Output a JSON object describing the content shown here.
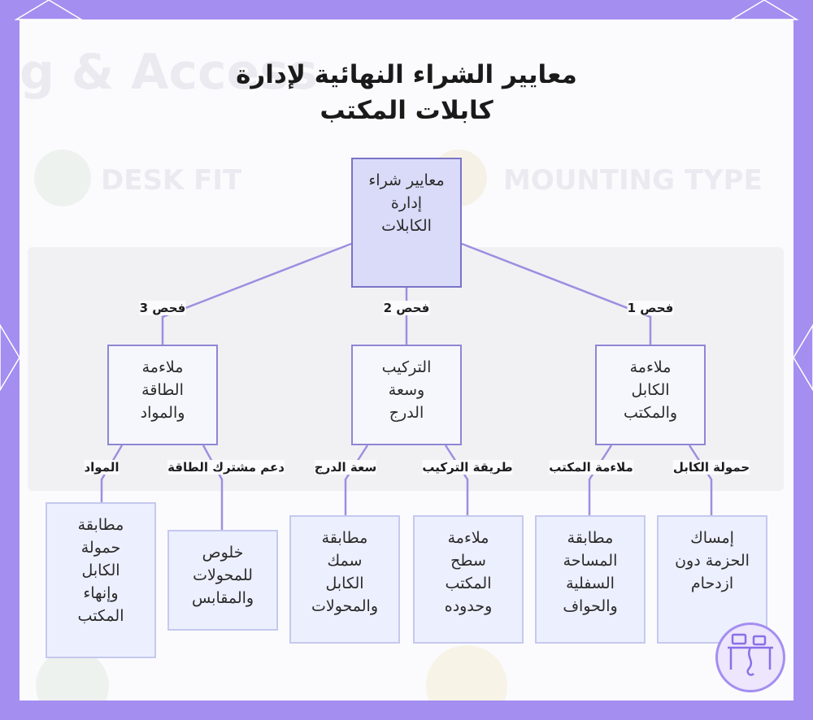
{
  "title": {
    "line1": "معايير الشراء النهائية لإدارة",
    "line2": "كابلات المكتب"
  },
  "root": {
    "line1": "معايير شراء",
    "line2": "إدارة",
    "line3": "الكابلات"
  },
  "checks": [
    {
      "label": "فحص 1",
      "node": [
        "ملاءمة",
        "الكابل",
        "والمكتب"
      ],
      "children": [
        {
          "edge": "حمولة الكابل",
          "leaf": [
            "إمساك",
            "الحزمة دون",
            "ازدحام"
          ]
        },
        {
          "edge": "ملاءمة المكتب",
          "leaf": [
            "مطابقة",
            "المساحة",
            "السفلية",
            "والحواف"
          ]
        }
      ]
    },
    {
      "label": "فحص 2",
      "node": [
        "التركيب",
        "وسعة",
        "الدرج"
      ],
      "children": [
        {
          "edge": "طريقة التركيب",
          "leaf": [
            "ملاءمة",
            "سطح",
            "المكتب",
            "وحدوده"
          ]
        },
        {
          "edge": "سعة الدرج",
          "leaf": [
            "مطابقة",
            "سمك",
            "الكابل",
            "والمحولات"
          ]
        }
      ]
    },
    {
      "label": "فحص 3",
      "node": [
        "ملاءمة",
        "الطاقة",
        "والمواد"
      ],
      "children": [
        {
          "edge": "دعم مشترك الطاقة",
          "leaf": [
            "خلوص",
            "للمحولات",
            "والمقابس"
          ]
        },
        {
          "edge": "المواد",
          "leaf": [
            "مطابقة",
            "حمولة",
            "الكابل",
            "وإنهاء",
            "المكتب"
          ]
        }
      ]
    }
  ],
  "background": {
    "ghost_heading": "g & Access",
    "ghost_left": "DESK FIT",
    "ghost_right": "MOUNTING TYPE"
  },
  "colors": {
    "frame": "#a48ef0",
    "line": "#9d8fe0",
    "root_fill": "#d9dbf8",
    "leaf_fill": "#eceffd"
  }
}
